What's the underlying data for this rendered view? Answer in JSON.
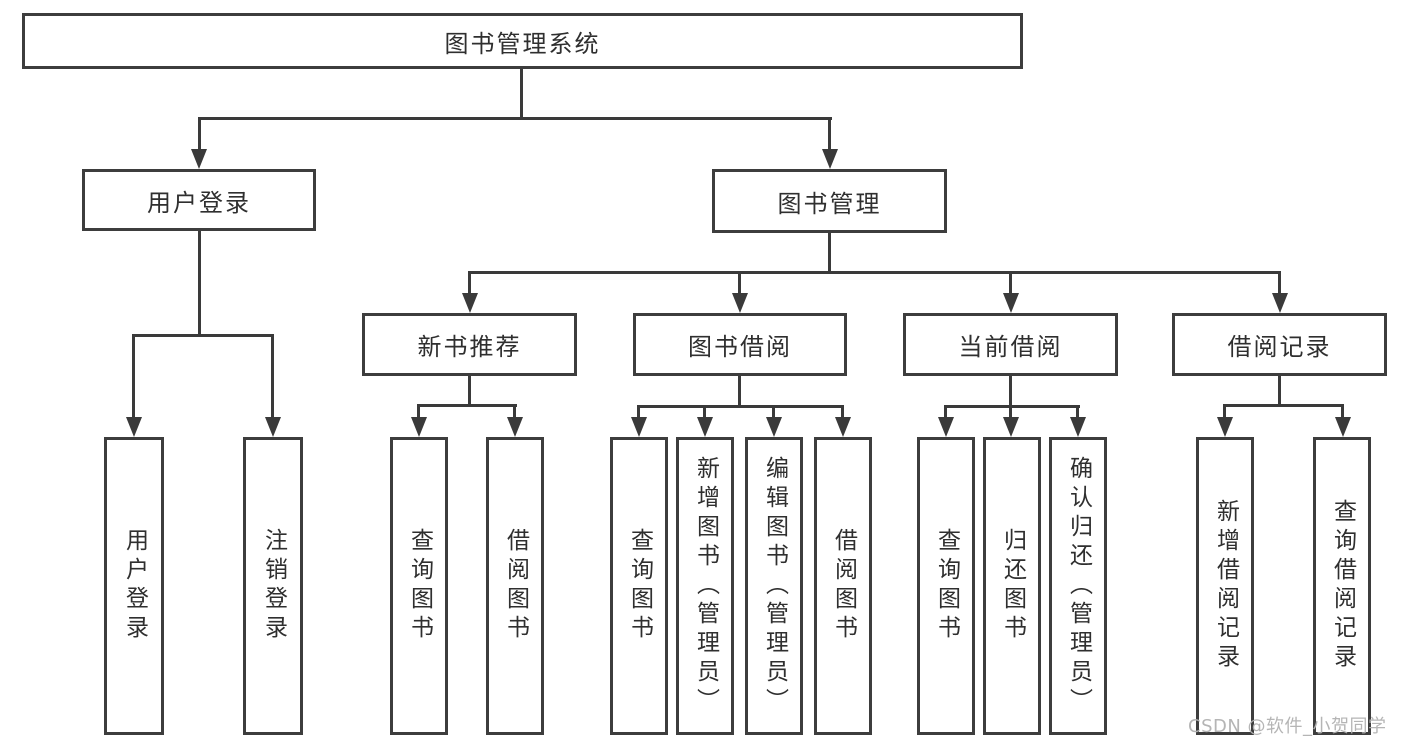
{
  "tree": {
    "label": "图书管理系统",
    "children": [
      {
        "label": "用户登录",
        "children": [
          {
            "label": "用户登录"
          },
          {
            "label": "注销登录"
          }
        ]
      },
      {
        "label": "图书管理",
        "children": [
          {
            "label": "新书推荐",
            "children": [
              {
                "label": "查询图书"
              },
              {
                "label": "借阅图书"
              }
            ]
          },
          {
            "label": "图书借阅",
            "children": [
              {
                "label": "查询图书"
              },
              {
                "label": "新增图书（管理员）"
              },
              {
                "label": "编辑图书（管理员）"
              },
              {
                "label": "借阅图书"
              }
            ]
          },
          {
            "label": "当前借阅",
            "children": [
              {
                "label": "查询图书"
              },
              {
                "label": "归还图书"
              },
              {
                "label": "确认归还（管理员）"
              }
            ]
          },
          {
            "label": "借阅记录",
            "children": [
              {
                "label": "新增借阅记录"
              },
              {
                "label": "查询借阅记录"
              }
            ]
          }
        ]
      }
    ]
  },
  "watermark": "CSDN @软件_小贺同学",
  "colors": {
    "line": "#3a3a3a",
    "box_border": "#3d3d3d",
    "text": "#2f2f2f",
    "watermark": "#b1b1b1",
    "background": "#ffffff"
  }
}
